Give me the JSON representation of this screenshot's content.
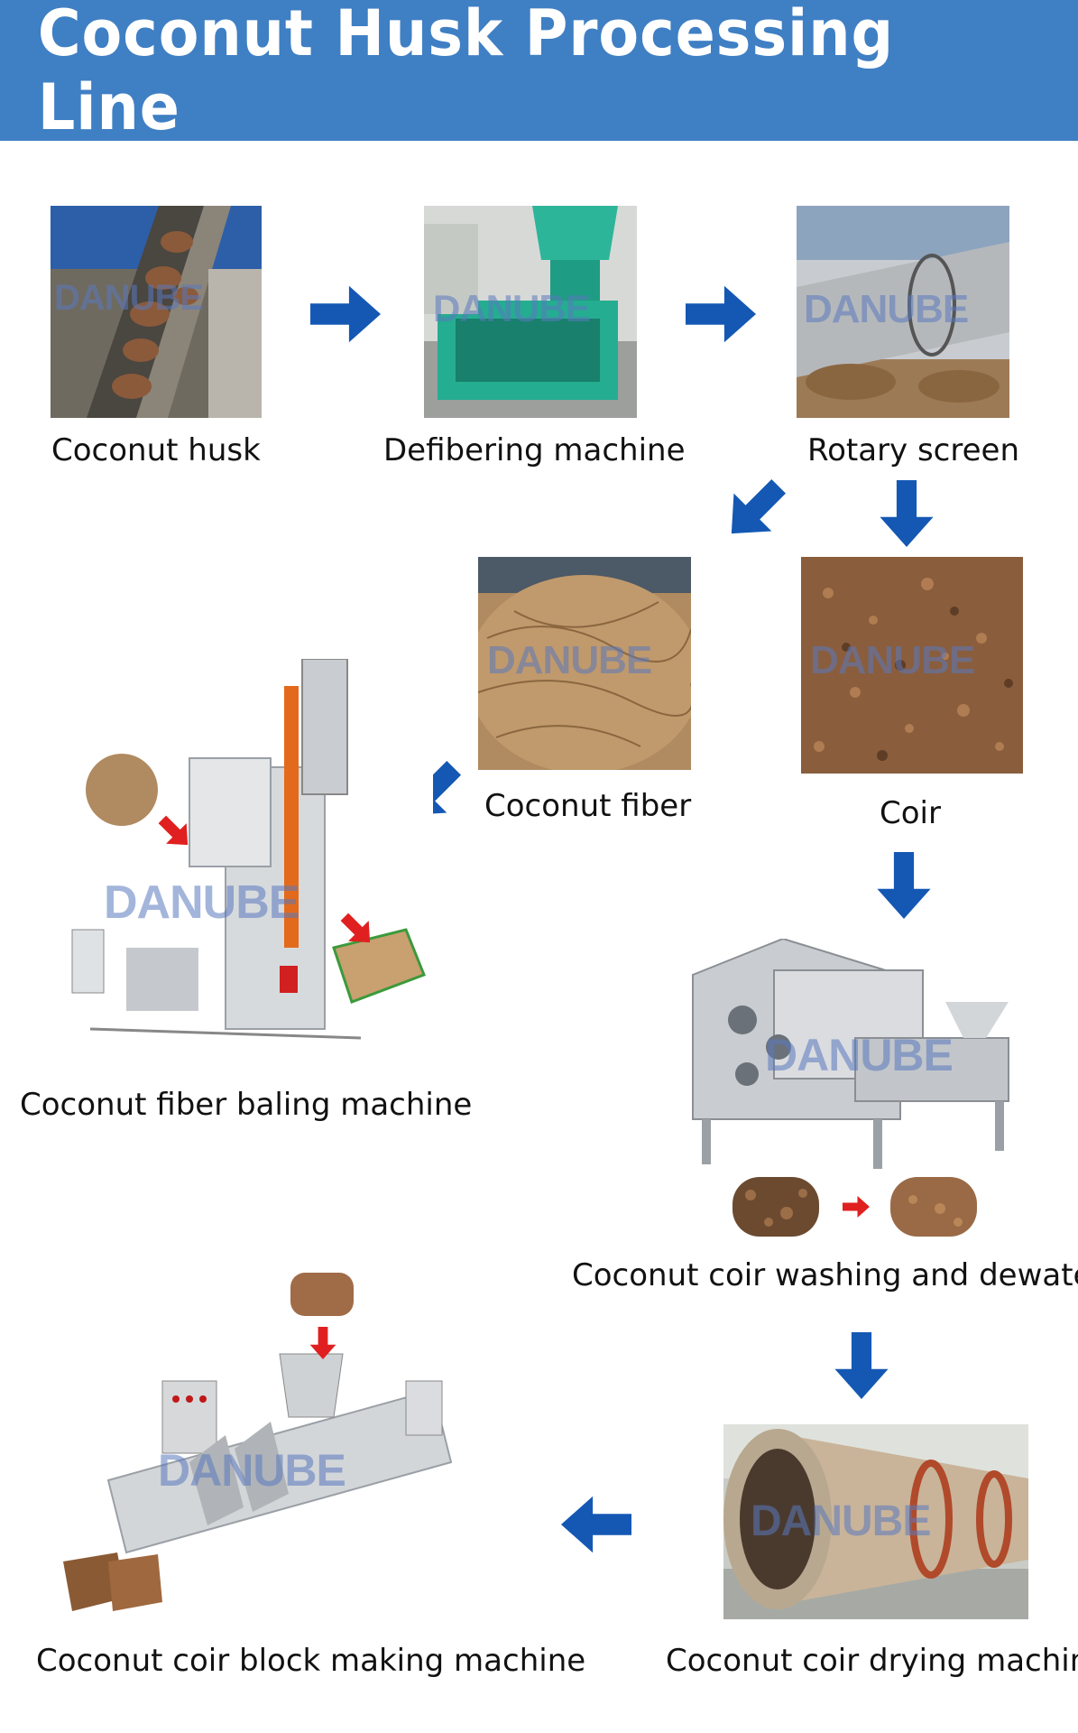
{
  "header": {
    "title": "Coconut Husk Processing Line"
  },
  "watermark": "DANUBE",
  "colors": {
    "banner": "#3f7fc4",
    "arrow": "#1458b4",
    "red_arrow": "#e02020"
  },
  "steps": {
    "coconut_husk": "Coconut husk",
    "defibering_machine": "Defibering machine",
    "rotary_screen": "Rotary screen",
    "coconut_fiber": "Coconut fiber",
    "coir": "Coir",
    "baling_machine": "Coconut fiber baling machine",
    "washing_dewater": "Coconut coir washing and dewater",
    "drying_machine": "Coconut coir drying machine",
    "block_making_machine": "Coconut coir block making machine"
  }
}
